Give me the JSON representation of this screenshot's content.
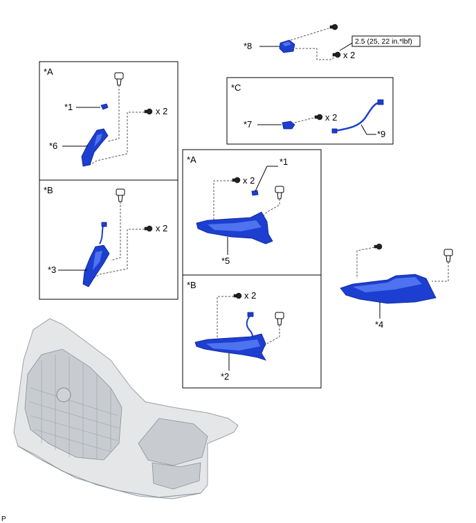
{
  "box_labels": {
    "a_top": "*A",
    "b_left": "*B",
    "c": "*C",
    "a_mid": "*A",
    "b_mid": "*B"
  },
  "callouts": {
    "p1_left": "*1",
    "p1_mid": "*1",
    "p2": "*2",
    "p3": "*3",
    "p4": "*4",
    "p5": "*5",
    "p6": "*6",
    "p7": "*7",
    "p8": "*8",
    "p9": "*9"
  },
  "quantity": "x 2",
  "torque": "2.5 (25, 22 in.*lbf)",
  "corner_mark": "P",
  "colors": {
    "part": "#1c3fd1",
    "bumper": "#e4e6e8"
  }
}
